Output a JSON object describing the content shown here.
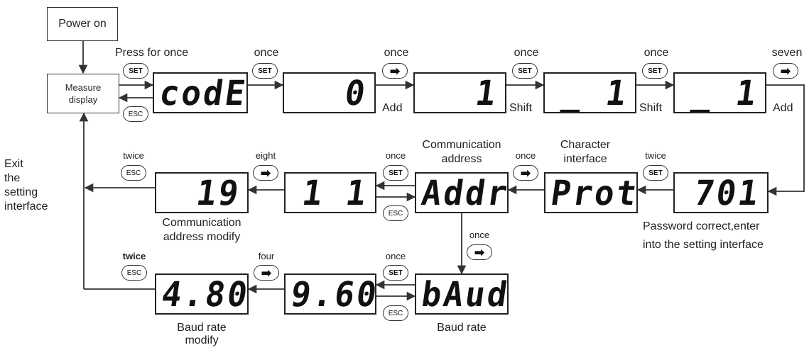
{
  "nodes": {
    "power_on": "Power on",
    "measure_display_1": "Measure",
    "measure_display_2": "display",
    "exit_1": "Exit",
    "exit_2": "the",
    "exit_3": "setting",
    "exit_4": "interface"
  },
  "displays": {
    "code": "codE",
    "pw0": "0",
    "pw1": "1",
    "pw2": "_ 1",
    "pw3": "_ 1",
    "pw701": "701",
    "prot": "Prot",
    "addr": "Addr",
    "addr_val": "1 1",
    "addr_mod": "19",
    "baud": "bAud",
    "baud_val": "9.600",
    "baud_mod": "4.800"
  },
  "keys": {
    "set": "SET",
    "esc": "ESC",
    "arrow": "➡"
  },
  "labels": {
    "press_for_once": "Press for once",
    "once_a": "once",
    "once_b": "once",
    "once_c": "once",
    "once_d": "once",
    "seven": "seven",
    "add_1": "Add",
    "shift_1": "Shift",
    "shift_2": "Shift",
    "add_2": "Add",
    "twice_top": "twice",
    "char_interface_1": "Character",
    "char_interface_2": "interface",
    "once_e": "once",
    "comm_address_1": "Communication",
    "comm_address_2": "address",
    "once_f": "once",
    "eight": "eight",
    "twice_left": "twice",
    "comm_mod_1": "Communication",
    "comm_mod_2": "address modify",
    "password_1": "Password correct,enter",
    "password_2": "into the setting interface",
    "once_g": "once",
    "once_h": "once",
    "four": "four",
    "twice_bottom": "twice",
    "baud_rate": "Baud rate",
    "baud_mod_1": "Baud rate",
    "baud_mod_2": "modify"
  }
}
